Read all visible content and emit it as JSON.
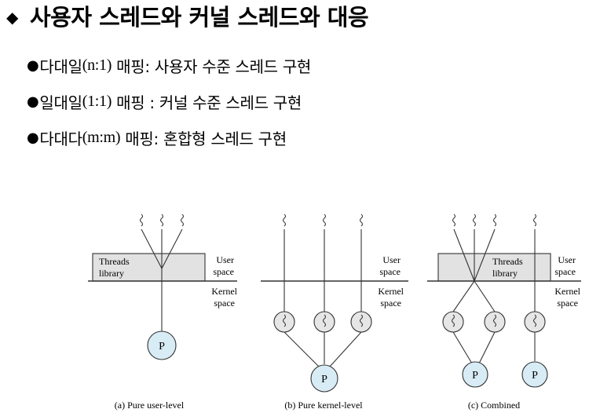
{
  "title": {
    "marker": "◆",
    "text": "사용자 스레드와 커널 스레드와 대응"
  },
  "bullets": [
    {
      "marker": "●",
      "pre": "다대일",
      "paren": "(n:1)",
      "post": " 매핑: 사용자 수준 스레드 구현"
    },
    {
      "marker": "●",
      "pre": "일대일",
      "paren": "(1:1)",
      "post": " 매핑 : 커널 수준 스레드 구현"
    },
    {
      "marker": "●",
      "pre": "다대다",
      "paren": "(m:m)",
      "post": " 매핑: 혼합형 스레드 구현"
    }
  ],
  "figure": {
    "panel_a": {
      "caption": "(a) Pure user-level",
      "library_line1": "Threads",
      "library_line2": "library",
      "process": "P"
    },
    "panel_b": {
      "caption": "(b) Pure kernel-level",
      "process": "P"
    },
    "panel_c": {
      "caption": "(c) Combined",
      "library_line1": "Threads",
      "library_line2": "library",
      "process1": "P",
      "process2": "P"
    },
    "user_space_line1": "User",
    "user_space_line2": "space",
    "kernel_space_line1": "Kernel",
    "kernel_space_line2": "space",
    "colors": {
      "library_fill": "#e2e2e2",
      "process_fill": "#d8ecf6",
      "kernel_thread_fill": "#e6e6e6",
      "line": "#333333"
    }
  }
}
